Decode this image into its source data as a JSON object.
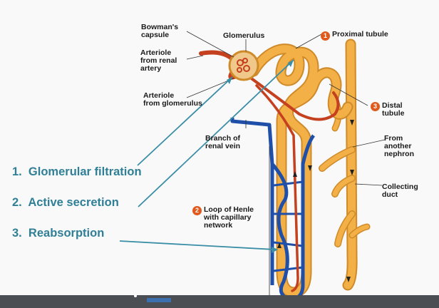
{
  "labels": {
    "bowmans_capsule": "Bowman's\ncapsule",
    "glomerulus": "Glomerulus",
    "proximal_tubule": "Proximal tubule",
    "proximal_tubule_num": "1",
    "arteriole_renal": "Arteriole\nfrom renal\nartery",
    "arteriole_glomerulus": "Arteriole\nfrom glomerulus",
    "distal_tubule": "Distal\ntubule",
    "distal_tubule_num": "3",
    "renal_vein_branch": "Branch of\nrenal vein",
    "from_another_nephron": "From\nanother\nnephron",
    "collecting_duct": "Collecting\nduct",
    "loop_of_henle": "Loop of Henle\nwith capillary\nnetwork",
    "loop_of_henle_num": "2"
  },
  "steps": [
    "1.  Glomerular filtration",
    "2.  Active secretion",
    "3.  Reabsorption"
  ],
  "colors": {
    "tubule": "#f3b046",
    "tubule_edge": "#cf8b2a",
    "artery": "#c4401e",
    "vein": "#1f4fa8",
    "step_text": "#2f7f97",
    "badge": "#e05a1e"
  }
}
